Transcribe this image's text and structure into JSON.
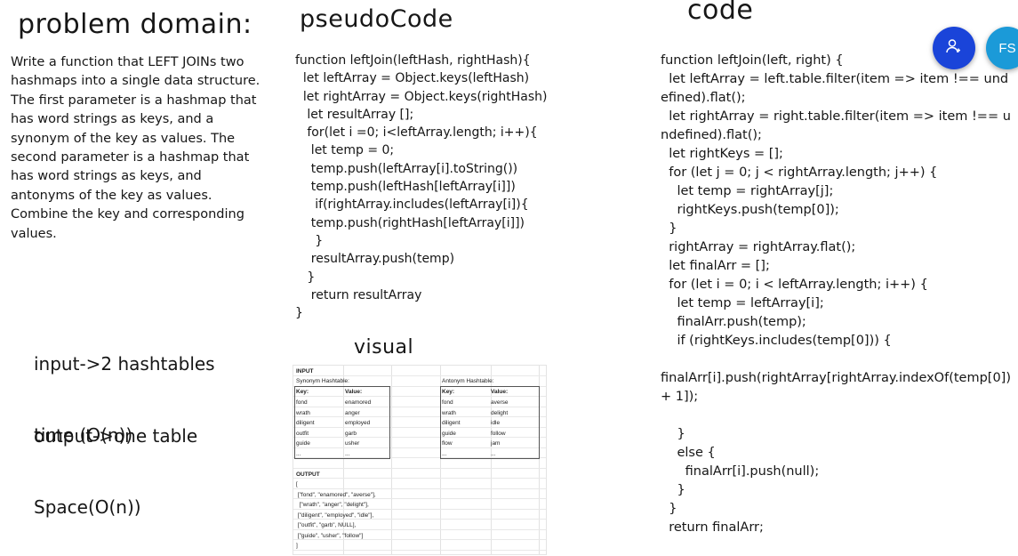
{
  "problem": {
    "heading": "problem domain:",
    "description": "Write a function that LEFT JOINs two hashmaps into a single data structure. The first parameter is a hashmap that has word strings as keys, and a synonym of the key as values. The second parameter is a hashmap that has word strings as keys, and antonyms of the key as values. Combine the key and corresponding values.",
    "io_input": "input->2 hashtables",
    "io_output": "output->one table",
    "time": "time (O(n))",
    "space": "Space(O(n))"
  },
  "pseudocode": {
    "heading": "pseudoCode",
    "lines": [
      "function leftJoin(leftHash, rightHash){",
      "  let leftArray = Object.keys(leftHash)",
      "  let rightArray = Object.keys(rightHash)",
      "   let resultArray [];",
      "   for(let i =0; i<leftArray.length; i++){",
      "    let temp = 0;",
      "    temp.push(leftArray[i].toString())",
      "    temp.push(leftHash[leftArray[i]])",
      "     if(rightArray.includes(leftArray[i]){",
      "    temp.push(rightHash[leftArray[i]])",
      "     }",
      "    resultArray.push(temp)",
      "   }",
      "    return resultArray",
      "}"
    ]
  },
  "visual": {
    "heading": "visual",
    "input_label": "INPUT",
    "synonym_title": "Synonym Hashtable:",
    "antonym_title": "Antonym Hashtable:",
    "key_header": "Key:",
    "value_header": "Value:",
    "synonym_rows": [
      [
        "fond",
        "enamored"
      ],
      [
        "wrath",
        "anger"
      ],
      [
        "diligent",
        "employed"
      ],
      [
        "outfit",
        "garb"
      ],
      [
        "guide",
        "usher"
      ],
      [
        "...",
        "..."
      ]
    ],
    "antonym_rows": [
      [
        "fond",
        "averse"
      ],
      [
        "wrath",
        "delight"
      ],
      [
        "diligent",
        "idle"
      ],
      [
        "guide",
        "follow"
      ],
      [
        "flow",
        "jam"
      ],
      [
        "...",
        "..."
      ]
    ],
    "output_label": "OUTPUT",
    "output_lines": [
      "[",
      " [\"fond\", \"enamored\", \"averse\"],",
      "  [\"wrath\", \"anger\", \"delight\"],",
      " [\"diligent\", \"employed\", \"idle\"],",
      " [\"outfit\", \"garb\", NULL],",
      " [\"guide\", \"usher\", \"follow\"]",
      "]"
    ]
  },
  "code": {
    "heading": "code",
    "text": "function leftJoin(left, right) {\n  let leftArray = left.table.filter(item => item !== undefined).flat();\n  let rightArray = right.table.filter(item => item !== undefined).flat();\n  let rightKeys = [];\n  for (let j = 0; j < rightArray.length; j++) {\n    let temp = rightArray[j];\n    rightKeys.push(temp[0]);\n  }\n  rightArray = rightArray.flat();\n  let finalArr = [];\n  for (let i = 0; i < leftArray.length; i++) {\n    let temp = leftArray[i];\n    finalArr.push(temp);\n    if (rightKeys.includes(temp[0])) {\n\nfinalArr[i].push(rightArray[rightArray.indexOf(temp[0]) + 1]);\n\n    }\n    else {\n      finalArr[i].push(null);\n    }\n  }\n  return finalArr;"
  },
  "buttons": {
    "avatar_initials": "FS"
  },
  "icons": {
    "add_user": "add-user-icon"
  }
}
